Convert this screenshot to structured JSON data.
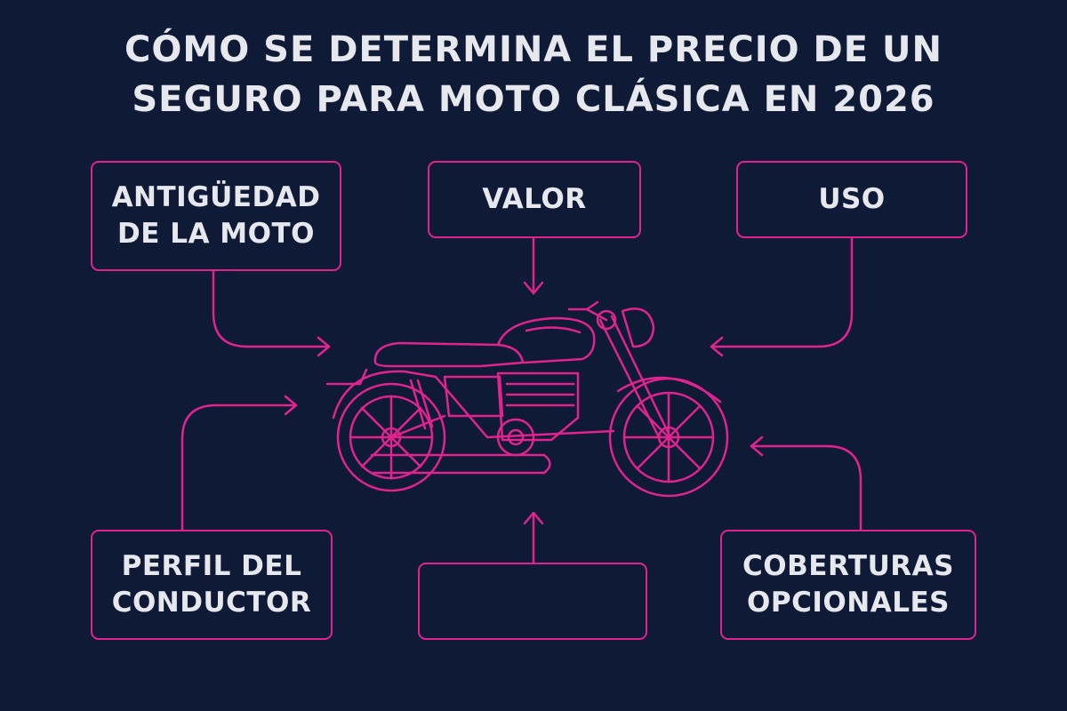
{
  "title": {
    "line1": "CÓMO SE DETERMINA EL PRECIO DE UN",
    "line2": "SEGURO PARA MOTO CLÁSICA EN 2026"
  },
  "factors": {
    "antiguedad": {
      "line1": "ANTIGÜEDAD",
      "line2": "DE LA MOTO"
    },
    "valor": {
      "label": "VALOR"
    },
    "uso": {
      "label": "USO"
    },
    "perfil": {
      "line1": "PERFIL DEL",
      "line2": "CONDUCTOR"
    },
    "empty": {
      "label": ""
    },
    "coberturas": {
      "line1": "COBERTURAS",
      "line2": "OPCIONALES"
    }
  },
  "center_image": {
    "icon": "classic-motorcycle-icon"
  },
  "colors": {
    "background": "#0f1b36",
    "accent": "#e0238f",
    "text": "#e6e8ee"
  }
}
